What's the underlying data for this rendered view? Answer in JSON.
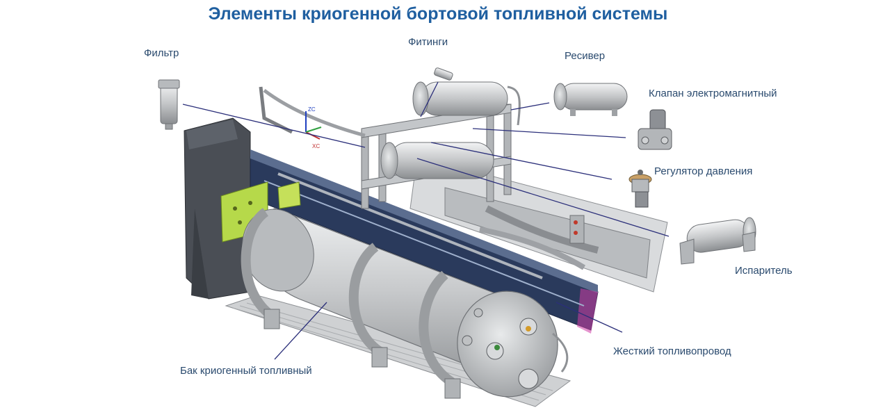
{
  "title": "Элементы криогенной бортовой топливной системы",
  "labels": {
    "filter": "Фильтр",
    "fittings": "Фитинги",
    "receiver": "Ресивер",
    "solenoid_valve": "Клапан электромагнитный",
    "pressure_regulator": "Регулятор давления",
    "evaporator": "Испаритель",
    "fuel_line": "Жесткий топливопровод",
    "cryo_tank": "Бак криогенный топливный"
  },
  "axis_labels": {
    "zc": "ZC",
    "xc": "XC"
  },
  "colors": {
    "title": "#1f5fa0",
    "label_text": "#2a4a6e",
    "leader_line": "#2b2f7a",
    "metal": "#c9cbcd",
    "frame_dark": "#3a3f47",
    "frame_blue": "#2a3a5c",
    "bracket_green": "#b6d94a",
    "background": "#ffffff"
  }
}
